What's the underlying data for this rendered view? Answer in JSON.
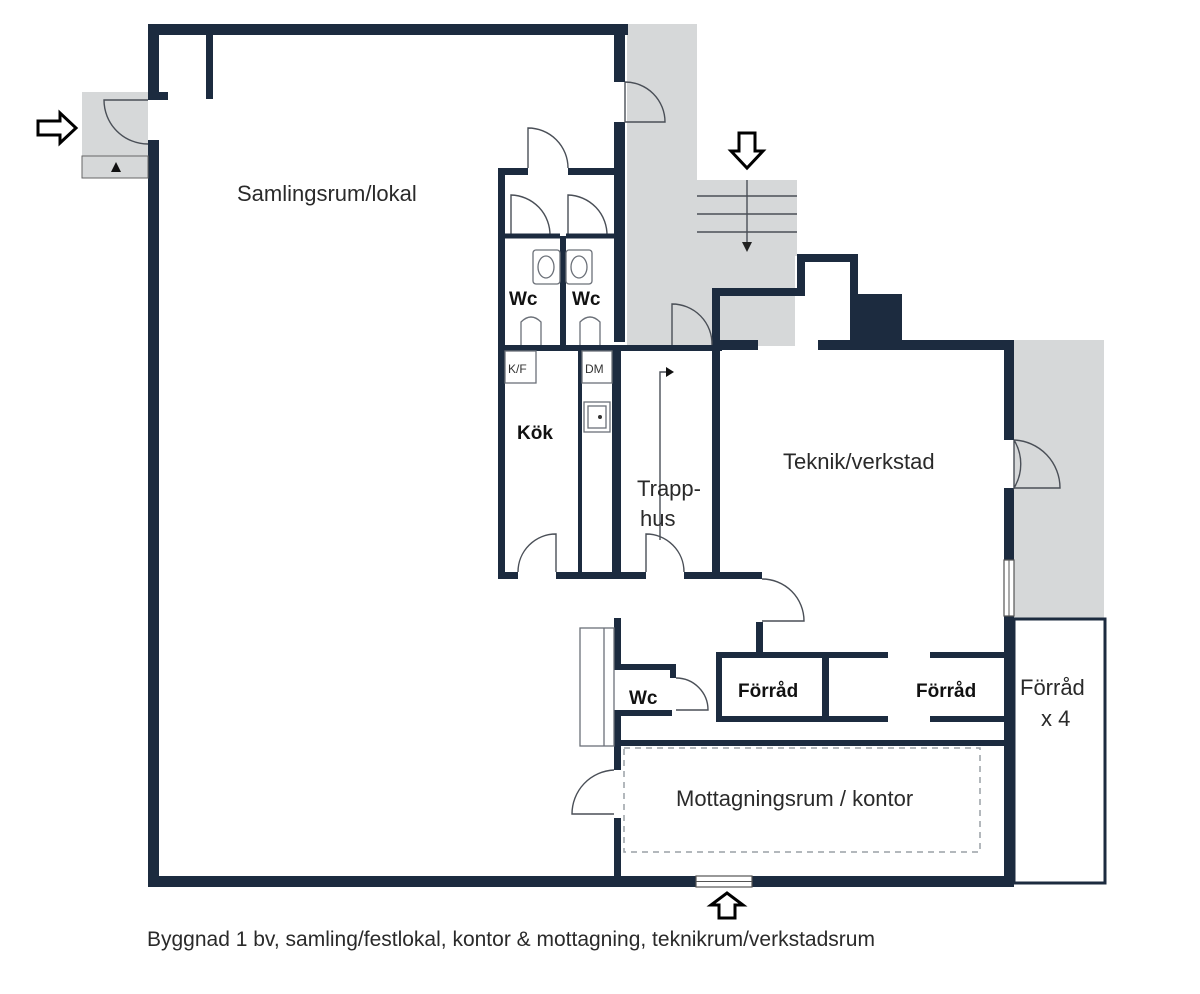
{
  "rooms": {
    "samlingsrum": "Samlingsrum/lokal",
    "wc_top_left": "Wc",
    "wc_top_right": "Wc",
    "kf": "K/F",
    "dm": "DM",
    "kok": "Kök",
    "trapphus_line1": "Trapp-",
    "trapphus_line2": "hus",
    "teknik": "Teknik/verkstad",
    "wc_bottom": "Wc",
    "forrad_left": "Förråd",
    "forrad_right": "Förråd",
    "forrad_x4_line1": "Förråd",
    "forrad_x4_line2": "x 4",
    "mottagning": "Mottagningsrum / kontor"
  },
  "caption": "Byggnad 1 bv, samling/festlokal, kontor & mottagning, teknikrum/verkstadsrum",
  "colors": {
    "wall": "#1c2b3f",
    "shaded_area": "#d6d8d9",
    "background": "#ffffff"
  },
  "icons": [
    "entrance-arrow-left",
    "entrance-arrow-top",
    "entrance-arrow-bottom",
    "door-swing",
    "sink",
    "toilet",
    "stair"
  ]
}
